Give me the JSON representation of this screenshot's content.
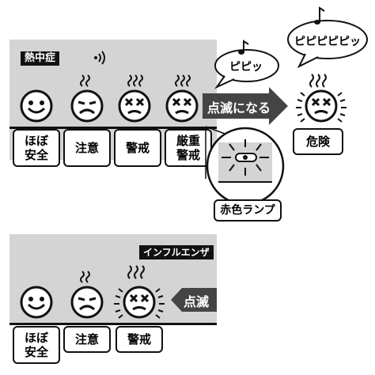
{
  "top": {
    "tag": "熱中症",
    "levels": [
      {
        "line1": "ほぼ",
        "line2": "安全"
      },
      {
        "line1": "注意",
        "line2": ""
      },
      {
        "line1": "警戒",
        "line2": ""
      },
      {
        "line1": "厳重",
        "line2": "警戒"
      }
    ],
    "arrow_text": "点滅になる",
    "bubble_small": "ピピッ",
    "bubble_large": "ピピピピピッ",
    "danger_label": "危険",
    "lamp_label": "赤色ランプ"
  },
  "bottom": {
    "tag": "インフルエンザ",
    "levels": [
      {
        "line1": "ほぼ",
        "line2": "安全"
      },
      {
        "line1": "注意",
        "line2": ""
      },
      {
        "line1": "警戒",
        "line2": ""
      }
    ],
    "arrow_text": "点滅"
  }
}
